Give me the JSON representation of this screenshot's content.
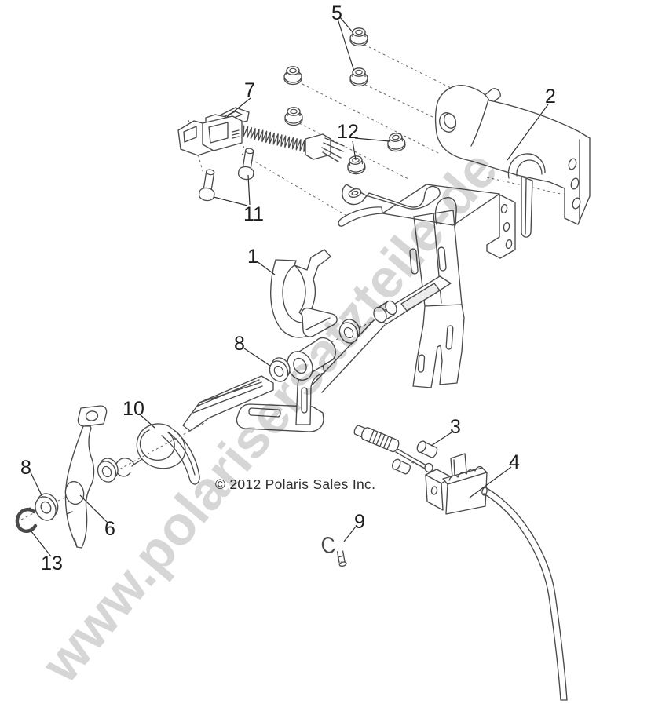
{
  "image": {
    "type": "exploded-parts-diagram",
    "copyright": "© 2012 Polaris Sales Inc.",
    "watermark": "www.polarisersatzteile-de",
    "colors": {
      "line": "#4a4a4a",
      "label": "#1c1c1c",
      "background": "#ffffff",
      "watermark": "rgba(0,0,0,0.16)"
    },
    "callouts": [
      "5",
      "7",
      "2",
      "12",
      "11",
      "1",
      "8",
      "10",
      "8",
      "6",
      "13",
      "9",
      "3",
      "4"
    ]
  }
}
